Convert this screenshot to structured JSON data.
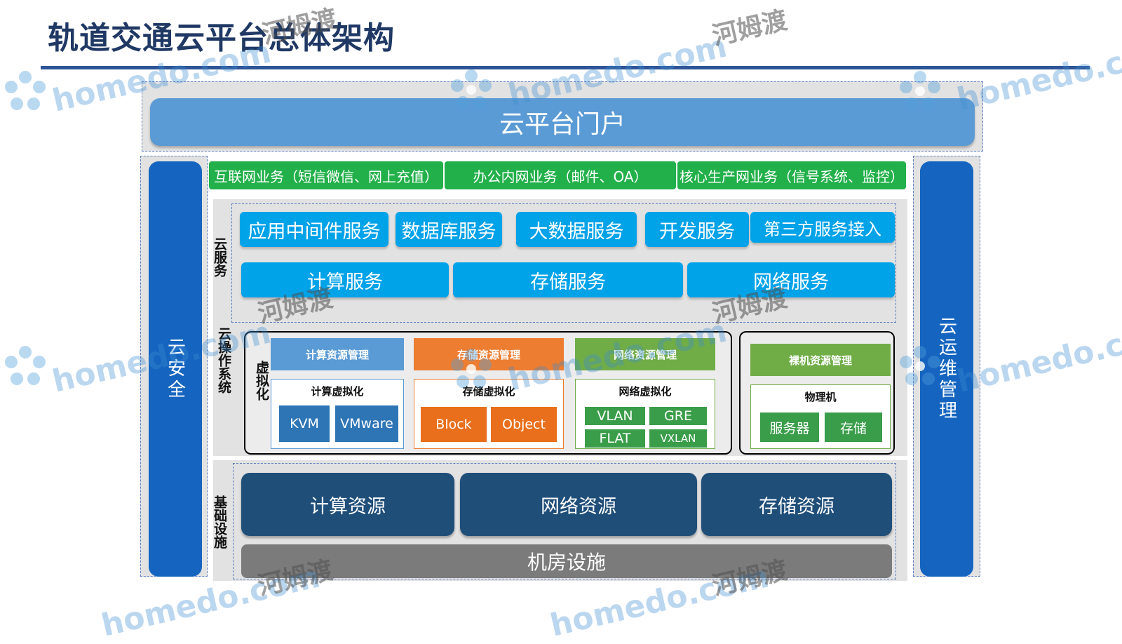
{
  "title": "轨道交通云平台总体架构",
  "portal": "云平台门户",
  "left_side": "云安全",
  "right_side": "云运维管理",
  "business": [
    "互联网业务（短信微信、网上充值）",
    "办公内网业务（邮件、OA）",
    "核心生产网业务（信号系统、监控）"
  ],
  "cloud_service": {
    "label": "云服务",
    "row1": [
      "应用中间件服务",
      "数据库服务",
      "大数据服务",
      "开发服务",
      "第三方服务接入"
    ],
    "row2": [
      "计算服务",
      "存储服务",
      "网络服务"
    ]
  },
  "cloud_os": {
    "label": "云操作系统",
    "virt_label": "虚拟化",
    "compute": {
      "header": "计算资源管理",
      "sub": "计算虚拟化",
      "tiles": [
        "KVM",
        "VMware"
      ]
    },
    "storage": {
      "header": "存储资源管理",
      "sub": "存储虚拟化",
      "tiles": [
        "Block",
        "Object"
      ]
    },
    "network": {
      "header": "网络资源管理",
      "sub": "网络虚拟化",
      "tiles": [
        "VLAN",
        "GRE",
        "FLAT",
        "VXLAN"
      ]
    },
    "baremetal": {
      "header": "裸机资源管理",
      "sub": "物理机",
      "tiles": [
        "服务器",
        "存储"
      ]
    }
  },
  "infrastructure": {
    "label": "基础设施",
    "resources": [
      "计算资源",
      "网络资源",
      "存储资源"
    ],
    "room": "机房设施"
  },
  "watermark": {
    "latin": "homedo.com",
    "cn": "河姆渡"
  },
  "colors": {
    "title": "#1f3864",
    "portal": "#5b9bd5",
    "side": "#1565c0",
    "business": "#22b04a",
    "service": "#00a2e8",
    "infra": "#1f4e79",
    "room": "#7b7b7b",
    "compute_mgmt": "#5b9bd5",
    "storage_mgmt": "#ed7d31",
    "network_mgmt": "#70ad47"
  }
}
